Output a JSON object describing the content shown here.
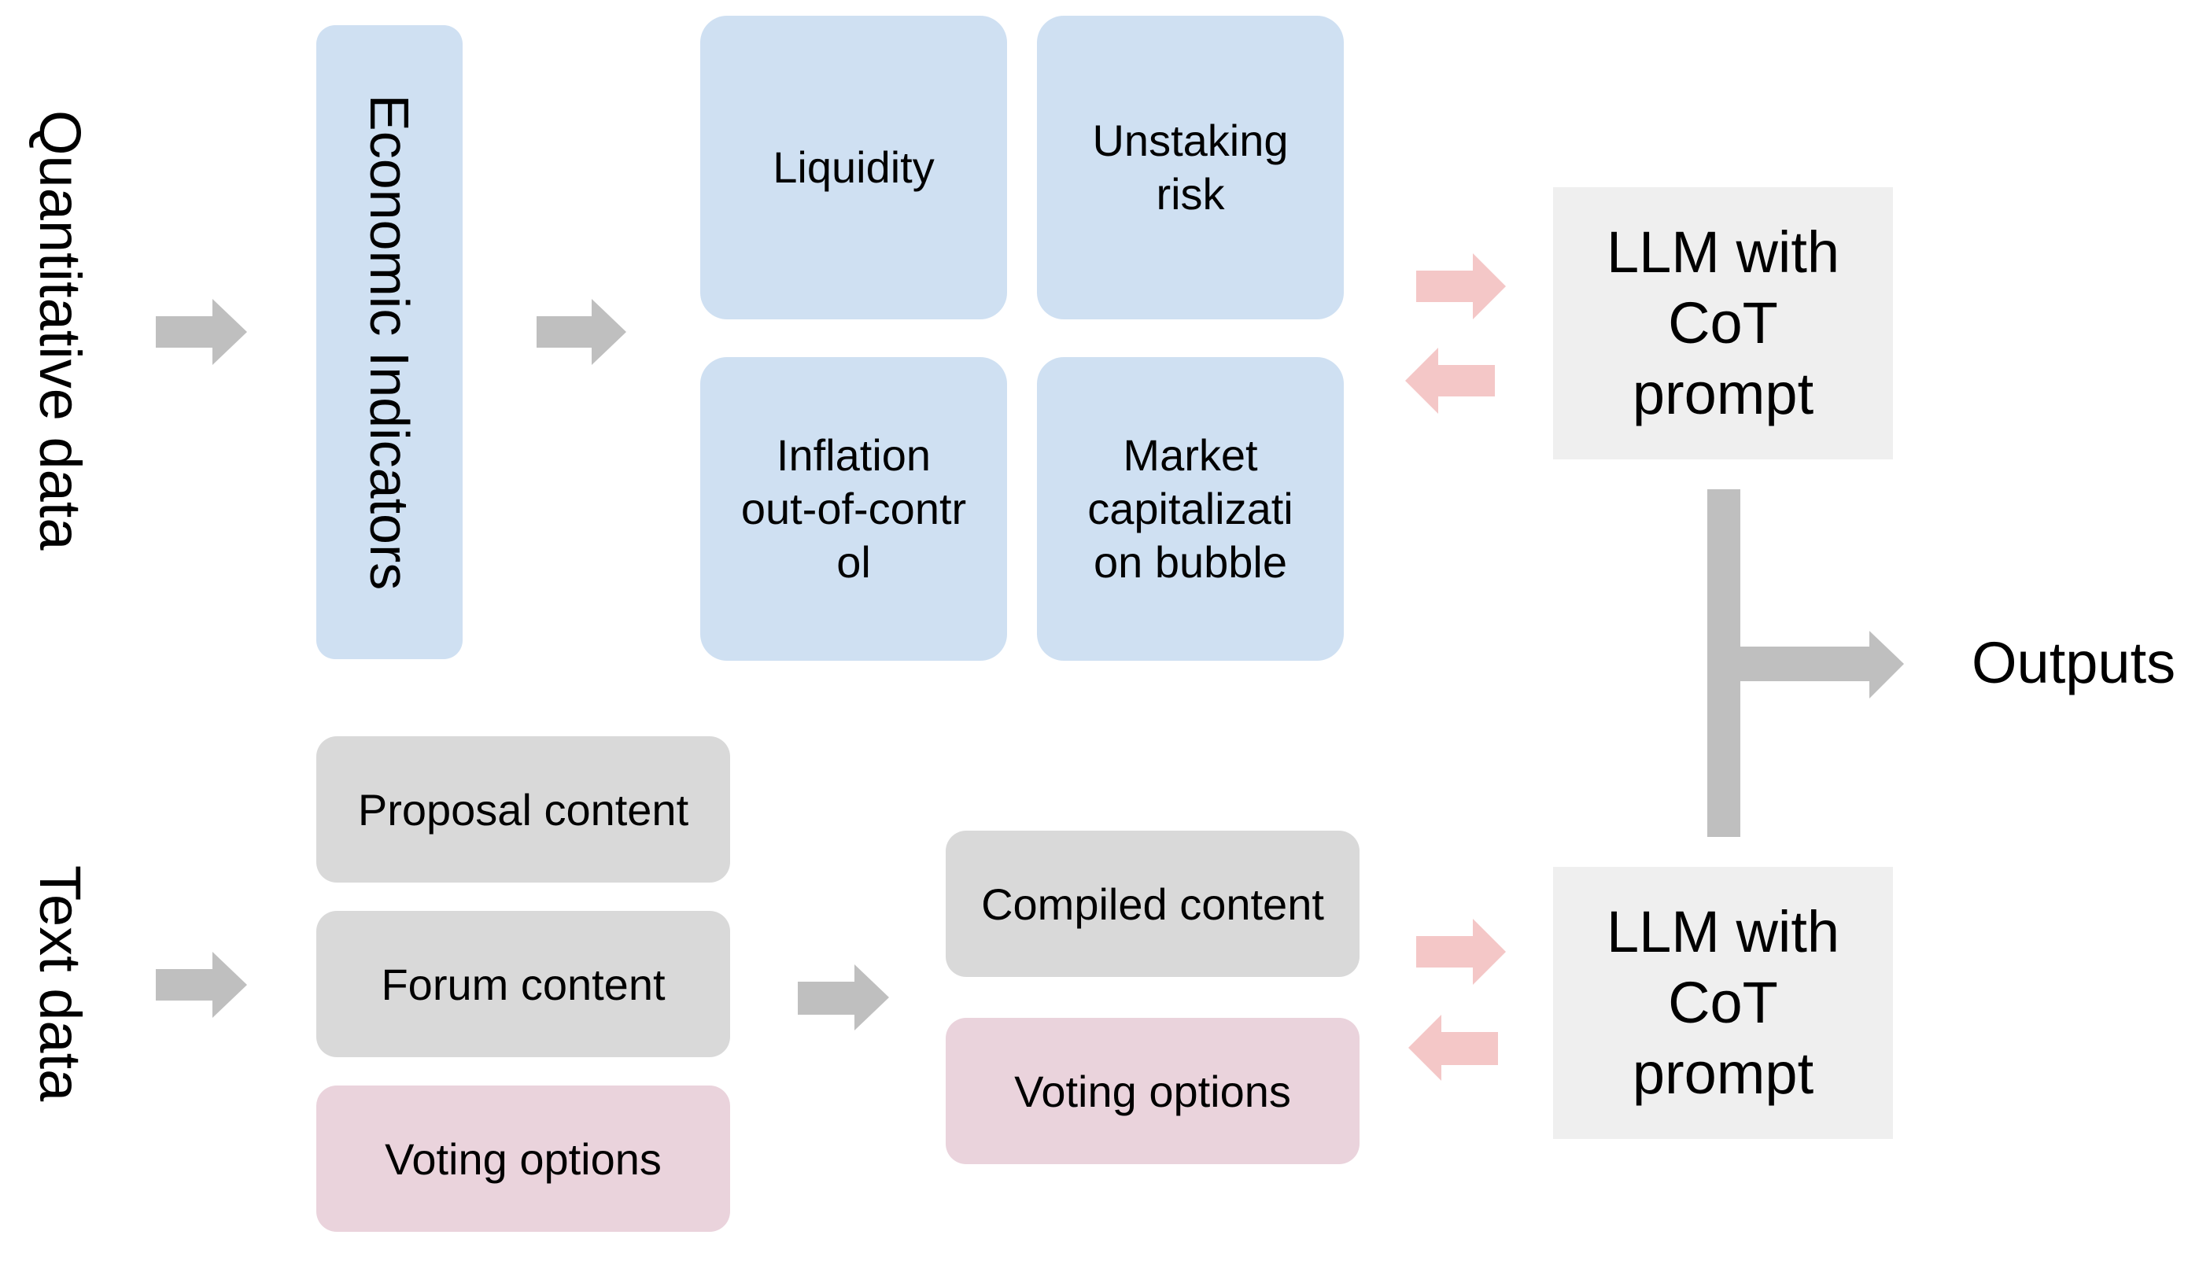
{
  "side_labels": {
    "quantitative": "Quantitative data",
    "text": "Text data"
  },
  "quantitative": {
    "economic_indicators": "Economic Indicators",
    "indicators": {
      "liquidity": "Liquidity",
      "unstaking_risk": "Unstaking\nrisk",
      "inflation": "Inflation\nout-of-contr\nol",
      "market_cap": "Market\ncapitalizati\non bubble"
    }
  },
  "text": {
    "sources": {
      "proposal": "Proposal content",
      "forum": "Forum content",
      "voting": "Voting options"
    },
    "compiled": {
      "compiled_content": "Compiled content",
      "voting": "Voting options"
    }
  },
  "llm": {
    "top": "LLM with\nCoT\nprompt",
    "bottom": "LLM with\nCoT\nprompt"
  },
  "outputs": "Outputs",
  "colors": {
    "indicator_fill": "#cfe0f2",
    "text_fill": "#d9d9d9",
    "voting_fill": "#ead3dc",
    "llm_fill": "#efefef",
    "grey_arrow": "#bfbfbf",
    "pink_arrow": "#f4c7c7"
  }
}
